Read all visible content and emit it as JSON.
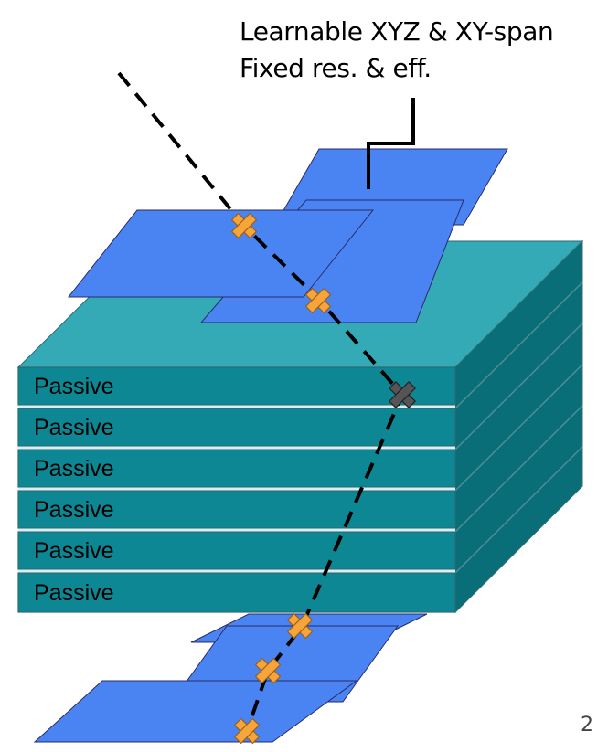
{
  "caption": {
    "line1": "Learnable XYZ &  XY-span",
    "line2": "Fixed res. & eff."
  },
  "passive_layers": [
    {
      "label": "Passive"
    },
    {
      "label": "Passive"
    },
    {
      "label": "Passive"
    },
    {
      "label": "Passive"
    },
    {
      "label": "Passive"
    },
    {
      "label": "Passive"
    }
  ],
  "page_number": "2",
  "colors": {
    "plane_fill": "#4a84f2",
    "slab_top": "#33aab5",
    "slab_front": "#0d8793",
    "slab_side": "#0a6e78",
    "hit_marker": "#f7a53b",
    "passive_marker": "#555555",
    "track": "#000000"
  },
  "markers": [
    {
      "kind": "hit",
      "icon": "cross-icon"
    },
    {
      "kind": "hit",
      "icon": "cross-icon"
    },
    {
      "kind": "passive-interaction",
      "icon": "cross-icon"
    },
    {
      "kind": "hit",
      "icon": "cross-icon"
    },
    {
      "kind": "hit",
      "icon": "cross-icon"
    },
    {
      "kind": "hit",
      "icon": "cross-icon"
    }
  ]
}
